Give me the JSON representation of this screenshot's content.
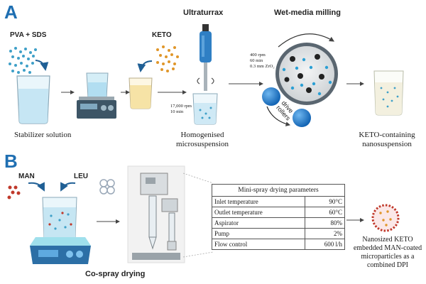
{
  "panels": {
    "a": "A",
    "b": "B"
  },
  "panel_a": {
    "pva_sds": "PVA + SDS",
    "keto": "KETO",
    "ultraturrax": "Ultraturrax",
    "wet_media_milling": "Wet-media milling",
    "homogenizer_params": [
      "17,000 rpm",
      "10 min"
    ],
    "milling_params": [
      "400 rpm",
      "60 min",
      "0.3 mm ZrO₂"
    ],
    "drive_rollers": [
      "drive",
      "rollers"
    ],
    "stabilizer_solution": "Stabilizer solution",
    "homogenised": [
      "Homogenised",
      "microsuspension"
    ],
    "keto_nanosuspension": [
      "KETO-containing",
      "nanosuspension"
    ]
  },
  "panel_b": {
    "man": "MAN",
    "leu": "LEU",
    "co_spray_drying": "Co-spray drying",
    "table_title": "Mini-spray drying parameters",
    "params": [
      {
        "name": "Inlet temperature",
        "value": "90°C"
      },
      {
        "name": "Outlet temperature",
        "value": "60°C"
      },
      {
        "name": "Aspirator",
        "value": "80%"
      },
      {
        "name": "Pump",
        "value": "2%"
      },
      {
        "name": "Flow control",
        "value": "600 l/h"
      }
    ],
    "result": [
      "Nanosized KETO",
      "embedded MAN-coated",
      "microparticles as a",
      "combined DPI"
    ]
  },
  "colors": {
    "panel_letter": "#1f6fb2",
    "keto_dots": "#e0962a",
    "stabilizer_dots": "#3fa0c8",
    "man_dots": "#c0392b",
    "roller": "#1d7fd6",
    "stirrer_base": "#2c6fa6"
  }
}
